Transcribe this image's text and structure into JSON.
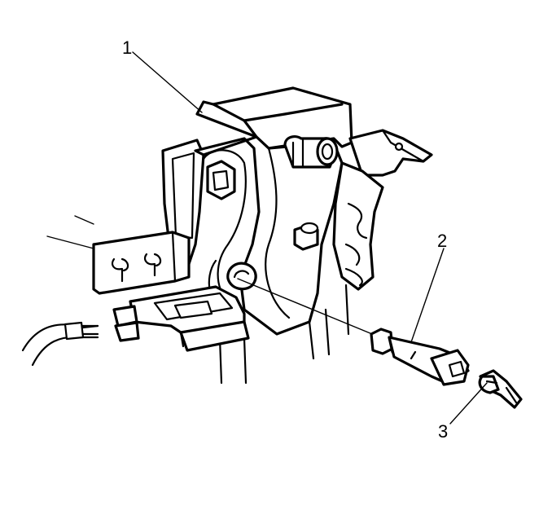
{
  "callouts": [
    {
      "id": "1",
      "label": "1"
    },
    {
      "id": "2",
      "label": "2"
    },
    {
      "id": "3",
      "label": "3"
    }
  ],
  "colors": {
    "ink": "#000000",
    "background": "#ffffff"
  }
}
